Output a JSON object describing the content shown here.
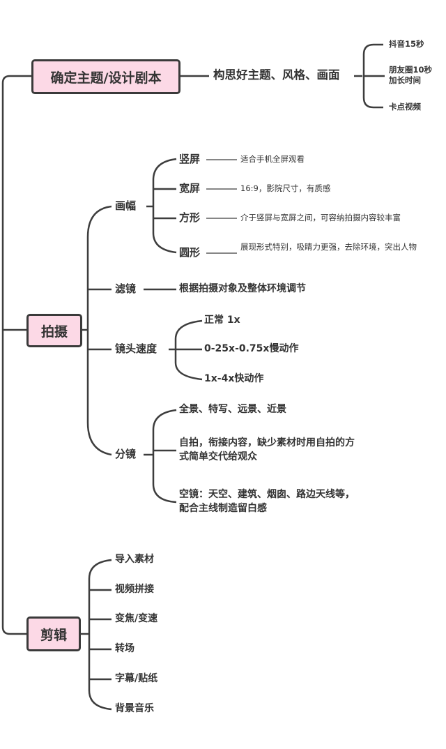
{
  "topics": {
    "topic1": "确定主题/设计剧本",
    "topic2": "拍摄",
    "topic3": "剪辑"
  },
  "script": {
    "child": "构思好主题、风格、画面",
    "leaf1": "抖音15秒",
    "leaf2_line1": "朋友圈10秒",
    "leaf2_line2": "加长时间",
    "leaf3": "卡点视频"
  },
  "shoot": {
    "frame": {
      "label": "画幅",
      "items": [
        {
          "label": "竖屏",
          "desc": "适合手机全屏观看"
        },
        {
          "label": "宽屏",
          "desc": "16:9，影院尺寸，有质感"
        },
        {
          "label": "方形",
          "desc": "介于竖屏与宽屏之间，可容纳拍摄内容较丰富"
        },
        {
          "label": "圆形",
          "desc": "展现形式特别，吸睛力更强，去除环境，突出人物"
        }
      ]
    },
    "filter": {
      "label": "滤镜",
      "desc": "根据拍摄对象及整体环境调节"
    },
    "speed": {
      "label": "镜头速度",
      "items": [
        "正常 1x",
        "0-25x-0.75x慢动作",
        "1x-4x快动作"
      ]
    },
    "storyboard": {
      "label": "分镜",
      "items": [
        "全景、特写、远景、近景",
        "自拍，衔接内容，缺少素材时用自拍的方式简单交代给观众",
        "空镜：天空、建筑、烟囱、路边天线等，配合主线制造留白感"
      ]
    }
  },
  "edit": {
    "items": [
      "导入素材",
      "视频拼接",
      "变焦/变速",
      "转场",
      "字幕/贴纸",
      "背景音乐"
    ]
  }
}
